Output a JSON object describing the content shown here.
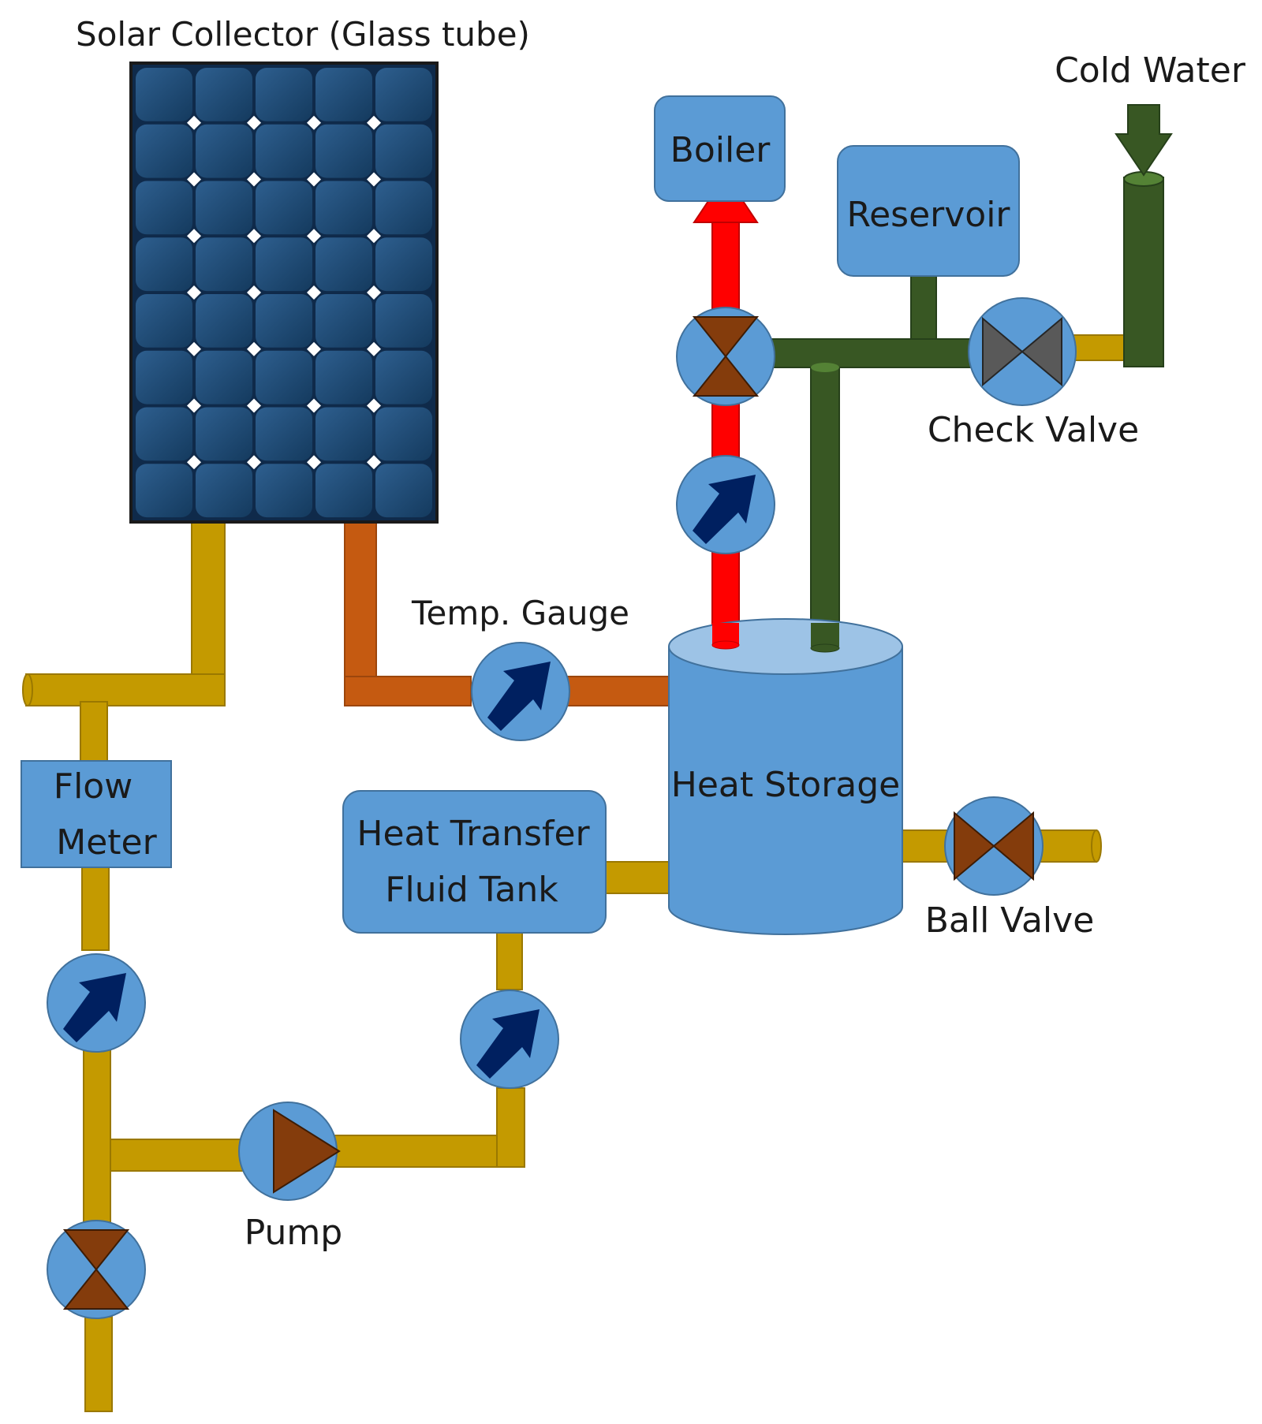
{
  "labels": {
    "solar_collector": "Solar Collector (Glass tube)",
    "cold_water": "Cold Water",
    "boiler": "Boiler",
    "reservoir": "Reservoir",
    "check_valve": "Check Valve",
    "temp_gauge": "Temp. Gauge",
    "heat_storage": "Heat Storage",
    "flow_meter_line1": "Flow",
    "flow_meter_line2": "Meter",
    "heat_transfer_line1": "Heat Transfer",
    "heat_transfer_line2": "Fluid Tank",
    "ball_valve": "Ball Valve",
    "pump": "Pump"
  },
  "colors": {
    "pipe_gold": "#c49a00",
    "pipe_orange": "#c55a11",
    "pipe_red": "#ff0000",
    "pipe_green": "#385723",
    "component_blue": "#5b9bd5",
    "tank_top": "#9dc3e6",
    "valve_brown": "#843c0c",
    "check_valve_gray": "#595959",
    "gauge_arrow": "#002060",
    "panel_dark": "#0f2a4a",
    "panel_cell": "#1f4e79"
  },
  "icons": {
    "gauge": "arrow-gauge-icon",
    "valve": "bowtie-valve-icon",
    "pump": "triangle-pump-icon",
    "solar_panel": "solar-panel-icon",
    "cold_water_inlet": "down-arrow-icon",
    "boiler_outlet": "up-arrow-icon"
  }
}
